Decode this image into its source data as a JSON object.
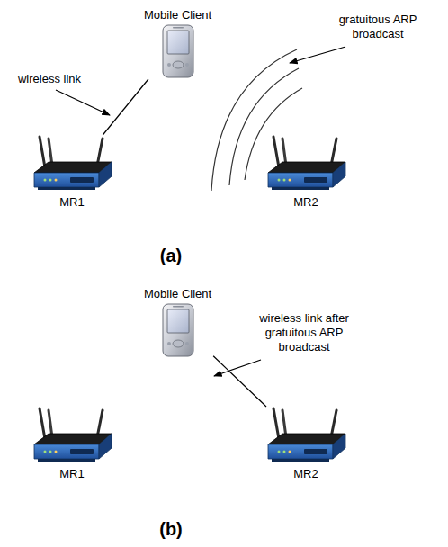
{
  "diagram": {
    "nodes": [
      {
        "text": [
          "Mobile Client"
        ]
      },
      {
        "text": [
          "MR1"
        ]
      },
      {
        "text": [
          "MR2"
        ]
      },
      {
        "text": [
          "Mobile Client"
        ]
      },
      {
        "text": [
          "MR1"
        ]
      },
      {
        "text": [
          "MR2"
        ]
      }
    ],
    "edges": [
      {
        "from": 0,
        "to": 1,
        "arrow": "none"
      },
      {
        "from": 3,
        "to": 5,
        "arrow": "none"
      }
    ],
    "labels": [
      "wireless link",
      "gratuitous ARP broadcast",
      "(a)",
      "wireless link after gratuitous ARP broadcast",
      "(b)"
    ]
  }
}
